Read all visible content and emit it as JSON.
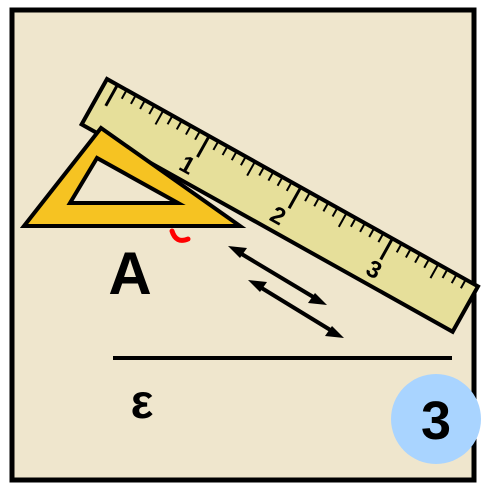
{
  "point_label": "A",
  "line_label": "ε",
  "step_badge": "3",
  "ruler": {
    "numbers": [
      "1",
      "2",
      "3"
    ]
  },
  "colors": {
    "panel_bg": "#efe6cd",
    "frame": "#000000",
    "ruler_fill": "#e6df9a",
    "triangle_fill": "#f6c322",
    "triangle_hole": "#ffffff",
    "right_angle_mark": "#ff0000",
    "badge_fill": "#a9d4ff"
  },
  "icons": {
    "arrows": "double-headed-arrow",
    "right_angle": "right-angle-arc"
  }
}
